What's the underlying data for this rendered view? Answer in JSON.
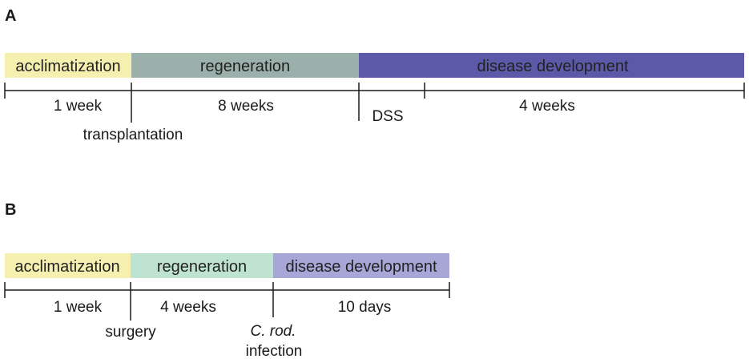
{
  "panels": [
    {
      "label": "A",
      "phases": [
        {
          "name": "acclimatization",
          "color": "#f6f0b0"
        },
        {
          "name": "regeneration",
          "color": "#9bb0aa"
        },
        {
          "name": "disease development",
          "color": "#5b59a8"
        }
      ],
      "intervals": [
        {
          "label": "1 week"
        },
        {
          "label": "8 weeks"
        },
        {
          "label": "4 weeks"
        }
      ],
      "events": [
        {
          "label": "transplantation"
        },
        {
          "label": "DSS"
        }
      ]
    },
    {
      "label": "B",
      "phases": [
        {
          "name": "acclimatization",
          "color": "#f6f0b0"
        },
        {
          "name": "regeneration",
          "color": "#bfe3d1"
        },
        {
          "name": "disease development",
          "color": "#a8a6d6"
        }
      ],
      "intervals": [
        {
          "label": "1 week"
        },
        {
          "label": "4 weeks"
        },
        {
          "label": "10 days"
        }
      ],
      "events": [
        {
          "label": "surgery"
        },
        {
          "label_italic": "C. rod.",
          "label": "infection"
        }
      ]
    }
  ]
}
